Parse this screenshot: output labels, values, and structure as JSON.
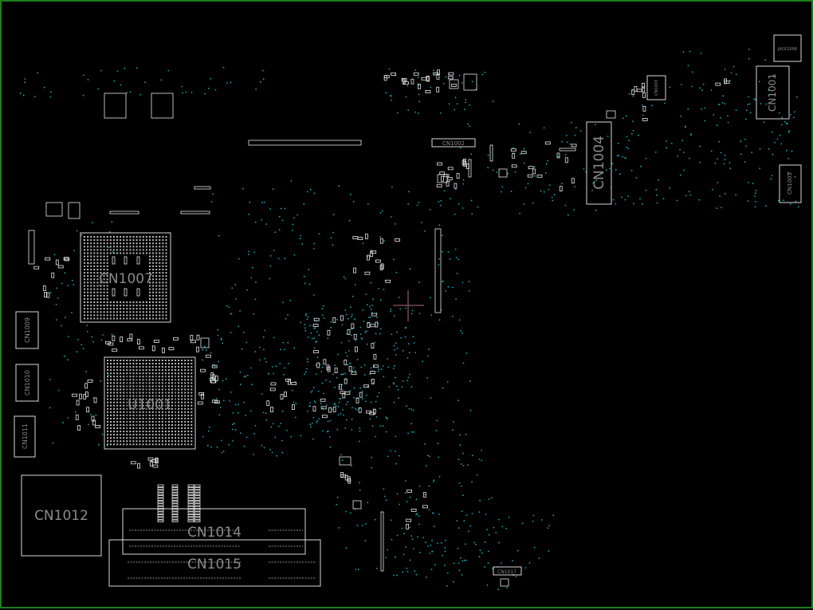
{
  "viewer": {
    "title": "Board layout viewer",
    "colors": {
      "background": "#000000",
      "frame": "#1e7d1e",
      "outline": "#d8d8d8",
      "via": "#1aa7b8",
      "label": "#8a8a8a",
      "cursor": "#8a5a6a"
    }
  },
  "components": {
    "cn1001": "CN1001",
    "cn1002": "CN1002",
    "cn1003": "CN1003",
    "cn1004": "CN1004",
    "cn1005": "CN1005",
    "cn1006": "JACK1006",
    "cn1007": "CN1007",
    "cn1009": "CN1009",
    "cn1010": "CN1010",
    "cn1011": "CN1011",
    "cn1012": "CN1012",
    "cn1014": "CN1014",
    "cn1015": "CN1015",
    "cn1017": "CN1017",
    "u1001": "U1001"
  }
}
